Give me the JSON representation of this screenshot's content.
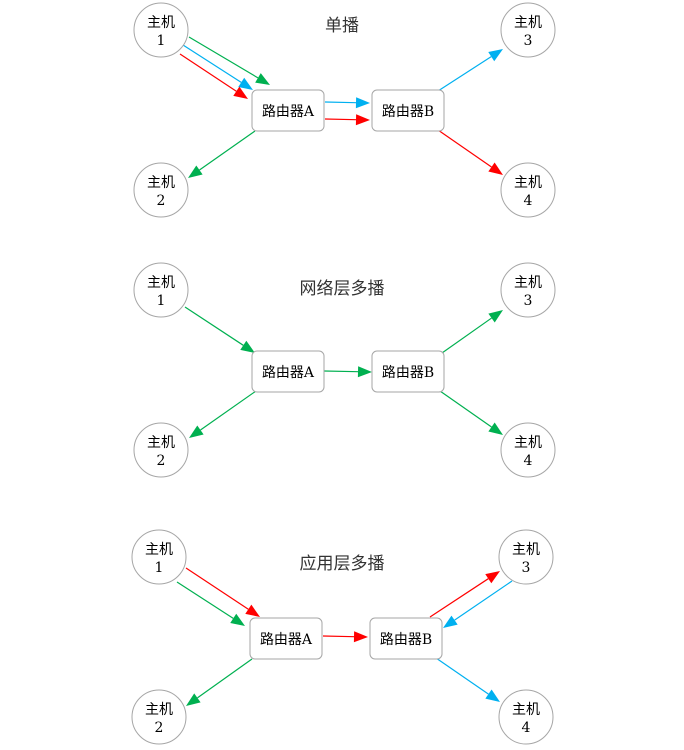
{
  "colors": {
    "green": "#00b050",
    "blue": "#00b0f0",
    "red": "#ff0000",
    "node_border": "#a6a6a6"
  },
  "diagrams": [
    {
      "title": "单播",
      "hosts": [
        {
          "line1": "主机",
          "line2": "1"
        },
        {
          "line1": "主机",
          "line2": "2"
        },
        {
          "line1": "主机",
          "line2": "3"
        },
        {
          "line1": "主机",
          "line2": "4"
        }
      ],
      "routers": [
        "路由器A",
        "路由器B"
      ],
      "edges": [
        {
          "from": "主机1",
          "to": "路由器A",
          "color": "green"
        },
        {
          "from": "主机1",
          "to": "路由器A",
          "color": "blue"
        },
        {
          "from": "主机1",
          "to": "路由器A",
          "color": "red"
        },
        {
          "from": "路由器A",
          "to": "路由器B",
          "color": "blue"
        },
        {
          "from": "路由器A",
          "to": "路由器B",
          "color": "red"
        },
        {
          "from": "路由器A",
          "to": "主机2",
          "color": "green"
        },
        {
          "from": "路由器B",
          "to": "主机3",
          "color": "blue"
        },
        {
          "from": "路由器B",
          "to": "主机4",
          "color": "red"
        }
      ]
    },
    {
      "title": "网络层多播",
      "hosts": [
        {
          "line1": "主机",
          "line2": "1"
        },
        {
          "line1": "主机",
          "line2": "2"
        },
        {
          "line1": "主机",
          "line2": "3"
        },
        {
          "line1": "主机",
          "line2": "4"
        }
      ],
      "routers": [
        "路由器A",
        "路由器B"
      ],
      "edges": [
        {
          "from": "主机1",
          "to": "路由器A",
          "color": "green"
        },
        {
          "from": "路由器A",
          "to": "路由器B",
          "color": "green"
        },
        {
          "from": "路由器A",
          "to": "主机2",
          "color": "green"
        },
        {
          "from": "路由器B",
          "to": "主机3",
          "color": "green"
        },
        {
          "from": "路由器B",
          "to": "主机4",
          "color": "green"
        }
      ]
    },
    {
      "title": "应用层多播",
      "hosts": [
        {
          "line1": "主机",
          "line2": "1"
        },
        {
          "line1": "主机",
          "line2": "2"
        },
        {
          "line1": "主机",
          "line2": "3"
        },
        {
          "line1": "主机",
          "line2": "4"
        }
      ],
      "routers": [
        "路由器A",
        "路由器B"
      ],
      "edges": [
        {
          "from": "主机1",
          "to": "路由器A",
          "color": "red"
        },
        {
          "from": "主机1",
          "to": "路由器A",
          "color": "green"
        },
        {
          "from": "路由器A",
          "to": "路由器B",
          "color": "red"
        },
        {
          "from": "路由器A",
          "to": "主机2",
          "color": "green"
        },
        {
          "from": "路由器B",
          "to": "主机3",
          "color": "red"
        },
        {
          "from": "主机3",
          "to": "路由器B",
          "color": "blue"
        },
        {
          "from": "路由器B",
          "to": "主机4",
          "color": "blue"
        }
      ]
    }
  ]
}
